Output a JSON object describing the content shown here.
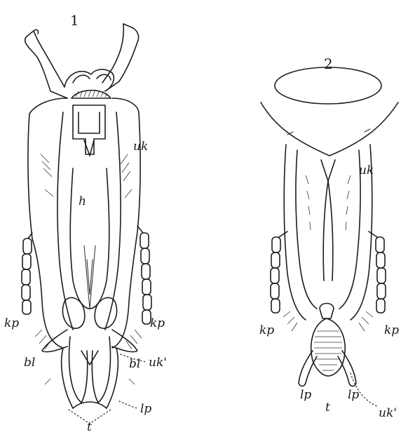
{
  "figures": [
    {
      "number": "1",
      "labels": {
        "uk": "uk",
        "h": "h",
        "kp_left": "kp",
        "kp_right": "kp",
        "uk_prime": "uk'",
        "bl_left": "bl",
        "bl_right": "bl",
        "lp": "lp",
        "t": "t"
      }
    },
    {
      "number": "2",
      "labels": {
        "uk": "uk",
        "kp_left": "kp",
        "kp_right": "kp",
        "lp_left": "lp",
        "lp_right": "lp",
        "t": "t",
        "uk_prime": "uk'"
      }
    }
  ]
}
